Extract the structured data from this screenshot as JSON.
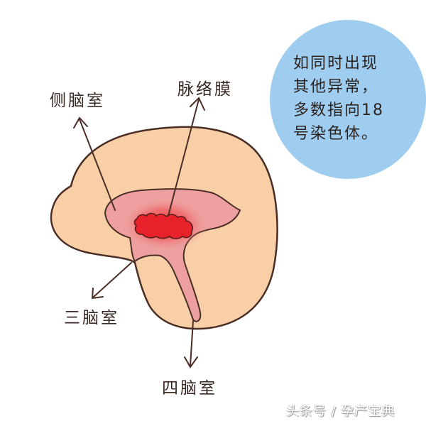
{
  "labels": {
    "lateral_ventricle": "侧脑室",
    "choroid_plexus": "脉络膜",
    "third_ventricle": "三脑室",
    "fourth_ventricle": "四脑室"
  },
  "callout": {
    "lines": [
      "如同时出现",
      "其他异常，",
      "多数指向18",
      "号染色体。"
    ]
  },
  "watermark": "头条号 / 孕产宝典",
  "colors": {
    "brain_fill": "#f9cfa8",
    "ventricle_fill": "#eea0a0",
    "choroid_fill": "#e8222a",
    "outline": "#4a2e26",
    "bubble_fill": "#9fcdf0"
  }
}
